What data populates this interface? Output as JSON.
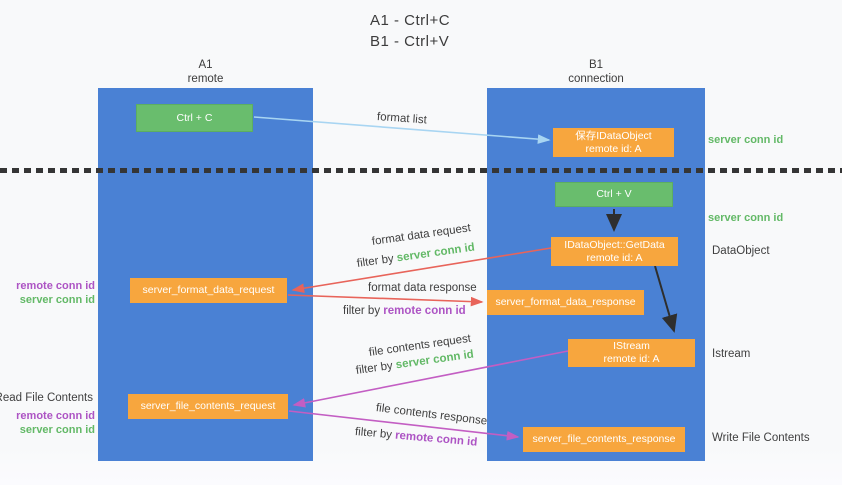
{
  "title": {
    "line1": "A1 - Ctrl+C",
    "line2": "B1 - Ctrl+V"
  },
  "lifelines": {
    "a": {
      "name": "A1",
      "role": "remote"
    },
    "b": {
      "name": "B1",
      "role": "connection"
    }
  },
  "nodes": {
    "ctrl_c": {
      "label": "Ctrl + C"
    },
    "ctrl_v": {
      "label": "Ctrl + V"
    },
    "save_idataobject": {
      "line1": "保存IDataObject",
      "line2": "remote id: A"
    },
    "getdata": {
      "line1": "IDataObject::GetData",
      "line2": "remote id: A"
    },
    "istream": {
      "line1": "IStream",
      "line2": "remote id: A"
    },
    "format_request": {
      "label": "server_format_data_request"
    },
    "format_response": {
      "label": "server_format_data_response"
    },
    "file_request": {
      "label": "server_file_contents_request"
    },
    "file_response": {
      "label": "server_file_contents_response"
    }
  },
  "edge_labels": {
    "format_list": "format list",
    "format_data_request": {
      "text": "format data request",
      "filter_prefix": "filter by ",
      "filter_key": "server conn id"
    },
    "format_data_response": {
      "text": "format data response",
      "filter_prefix": "filter by ",
      "filter_key": "remote conn id"
    },
    "file_contents_request": {
      "text": "file contents request",
      "filter_prefix": "filter by ",
      "filter_key": "server conn id"
    },
    "file_contents_response": {
      "text": "file contents response",
      "filter_prefix": "filter by ",
      "filter_key": "remote conn id"
    }
  },
  "annotations": {
    "server_conn_id_save": "server conn id",
    "server_conn_id_paste": "server conn id",
    "dataobject": "DataObject",
    "istream": "Istream",
    "write_file_contents": "Write File Contents",
    "read_file_contents": "Read File Contents",
    "format_remote_conn_id": "remote conn id",
    "format_server_conn_id": "server conn id",
    "file_remote_conn_id": "remote conn id",
    "file_server_conn_id": "server conn id"
  },
  "colors": {
    "column_blue": "#4a81d4",
    "box_green": "#69bd6d",
    "box_orange": "#f7a63e",
    "arrow_light_blue": "#a8d5f2",
    "arrow_red": "#e8645a",
    "arrow_magenta": "#c35ec3",
    "arrow_black": "#2e2e2e",
    "label_green": "#63b967",
    "label_purple": "#ad54c4"
  }
}
